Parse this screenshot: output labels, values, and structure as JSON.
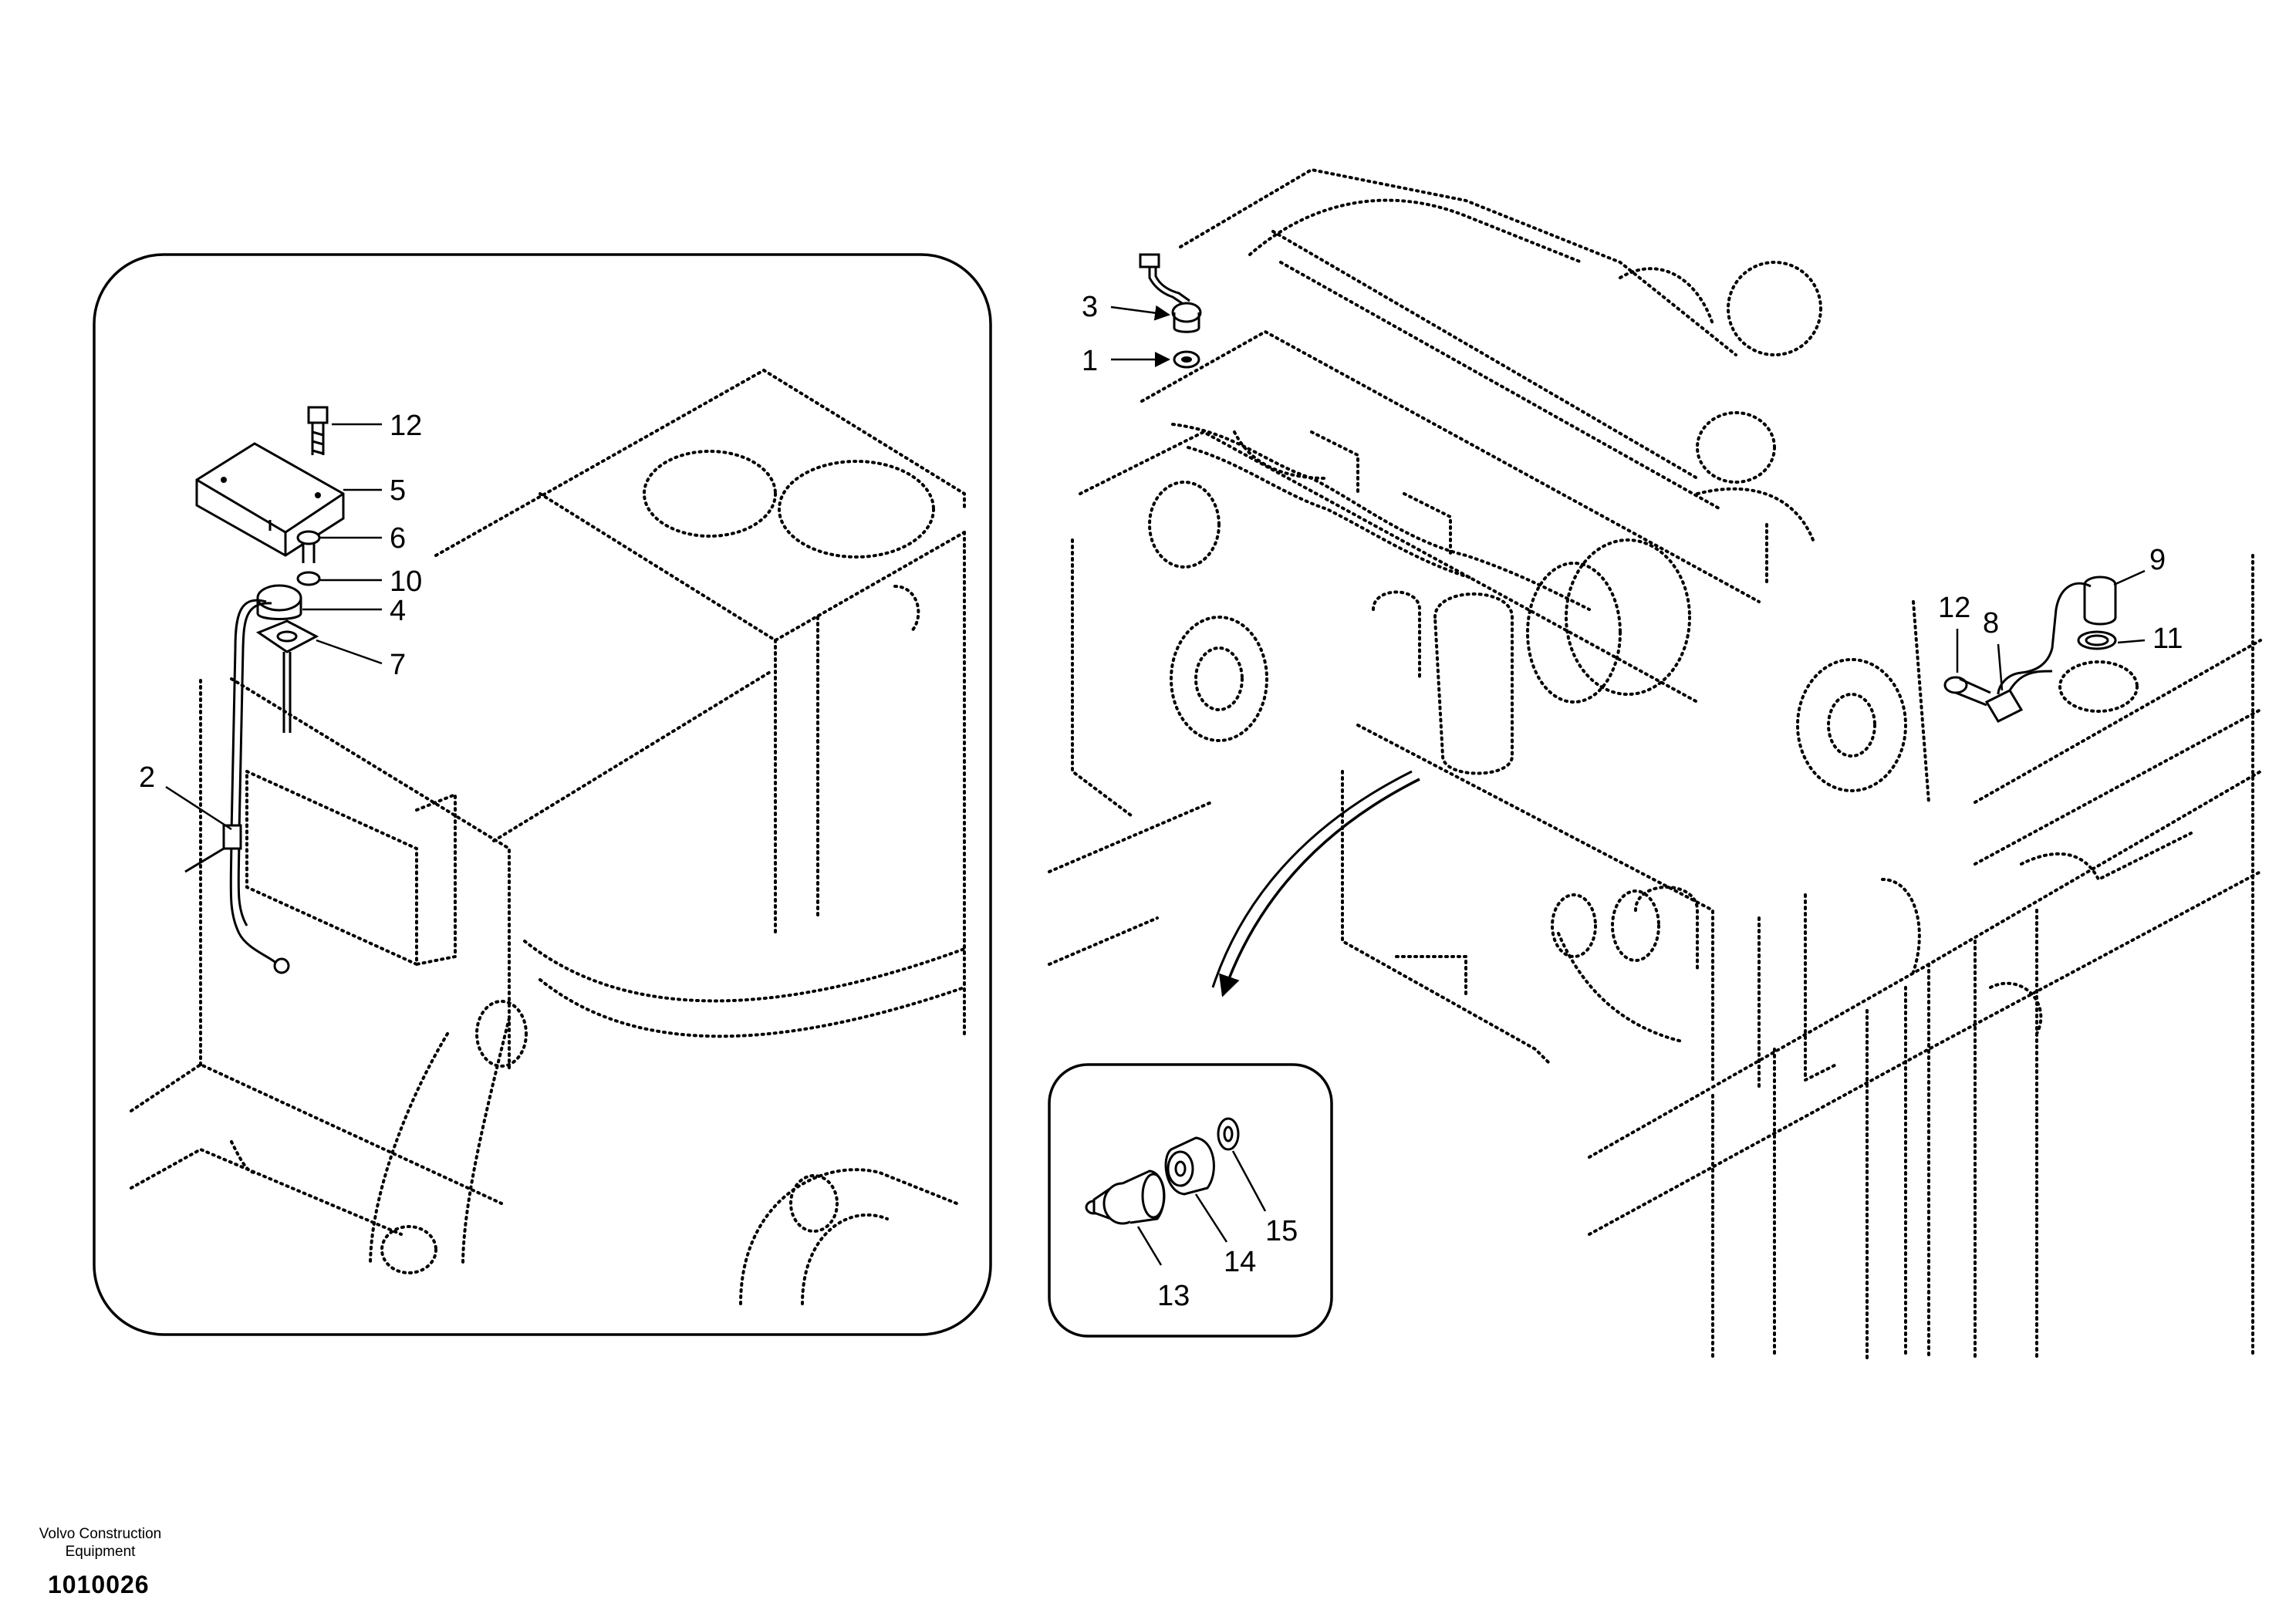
{
  "footer": {
    "brand_line_1": "Volvo Construction",
    "brand_line_2": "Equipment",
    "drawing_number": "1010026"
  },
  "callouts": {
    "left_panel": [
      "12",
      "5",
      "6",
      "10",
      "4",
      "7",
      "2"
    ],
    "engine": [
      "3",
      "1",
      "9",
      "12",
      "8",
      "11"
    ],
    "detail_panel": [
      "13",
      "14",
      "15"
    ]
  }
}
